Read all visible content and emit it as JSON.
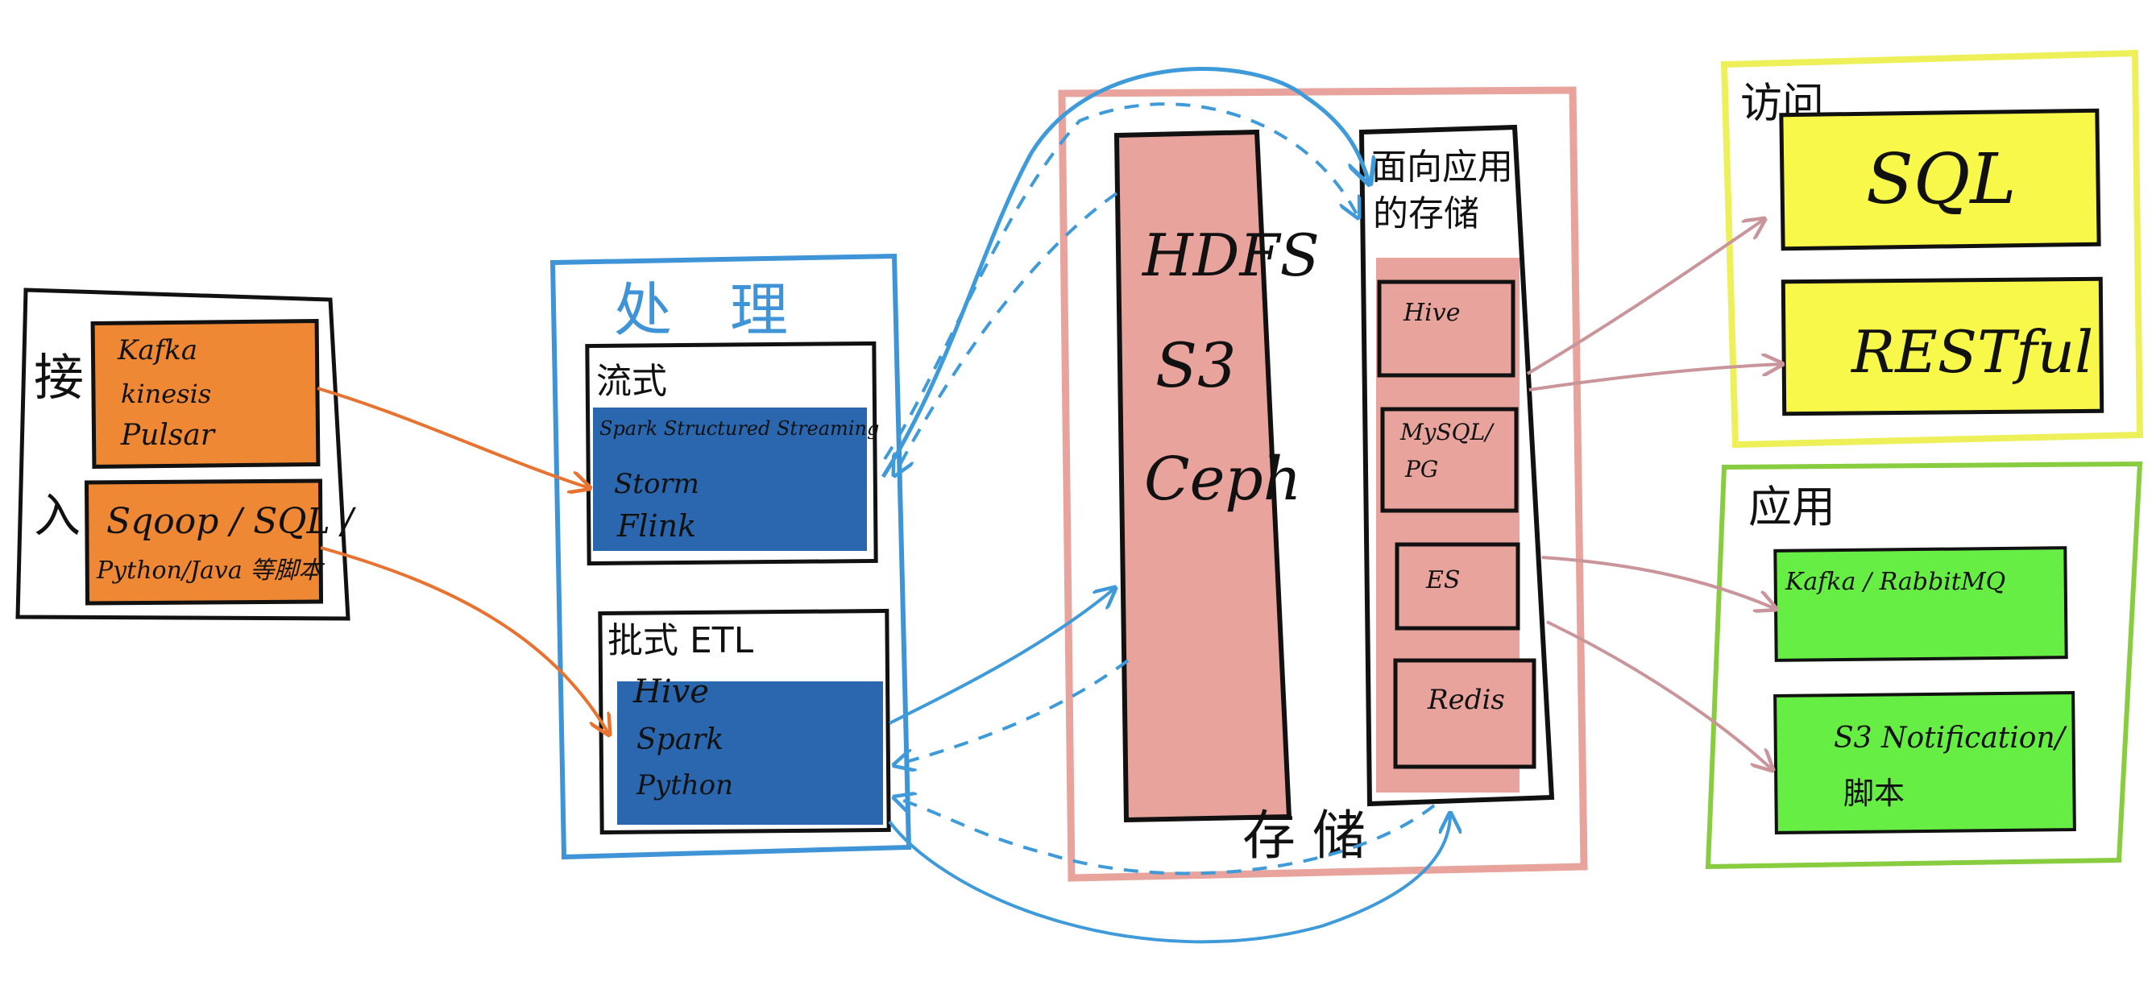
{
  "colors": {
    "ingest_fill": "#ee8834",
    "process_border": "#3e94d6",
    "process_fill": "#2a67ae",
    "storage_fill": "#e8a39c",
    "storage_border": "#e8a39c",
    "access_border": "#eef05a",
    "access_fill": "#f8f84a",
    "app_border": "#88cc40",
    "app_fill": "#66ee44",
    "orange_arrow": "#e8722f",
    "blue_arrow": "#3e9ad8",
    "mauve_arrow": "#c9959a",
    "ink": "#111111"
  },
  "ingest": {
    "label_top": "接",
    "label_bottom": "入",
    "streams": [
      "Kafka",
      "kinesis",
      "Pulsar"
    ],
    "batch": [
      "Sqoop / SQL /",
      "Python/Java 等脚本"
    ]
  },
  "process": {
    "title": "处　理",
    "stream": {
      "label": "流式",
      "items": [
        "Spark Structured Streaming",
        "Storm",
        "Flink"
      ]
    },
    "batch": {
      "label": "批式 ETL",
      "items": [
        "Hive",
        "Spark",
        "Python"
      ]
    }
  },
  "storage": {
    "title": "存 储",
    "lake": [
      "HDFS",
      "S3",
      "Ceph"
    ],
    "app_storage": {
      "title_line1": "面向应用",
      "title_line2": "的存储",
      "items": [
        "Hive",
        "MySQL/",
        "PG",
        "ES",
        "Redis"
      ]
    }
  },
  "access": {
    "title": "访问",
    "items": [
      "SQL",
      "RESTful"
    ]
  },
  "application": {
    "title": "应用",
    "items": [
      "Kafka / RabbitMQ",
      "S3 Notification/",
      "脚本"
    ]
  }
}
